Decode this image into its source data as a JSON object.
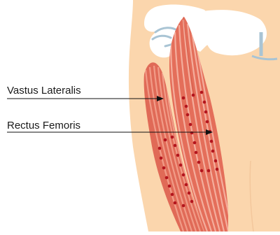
{
  "labels": {
    "vastus_lateralis": "Vastus Lateralis",
    "rectus_femoris": "Rectus Femoris"
  },
  "colors": {
    "background": "#ffffff",
    "skin": "#fbd6ad",
    "bone": "#ffffff",
    "joint": "#a9c4d4",
    "muscle": "#e06a57",
    "muscle_light": "#f3a18d",
    "muscle_stripe": "#f7b9a8",
    "dots": "#b3151d",
    "arrow": "#111111"
  },
  "icons": [
    "hip-joint-icon",
    "injection-site-dots"
  ]
}
